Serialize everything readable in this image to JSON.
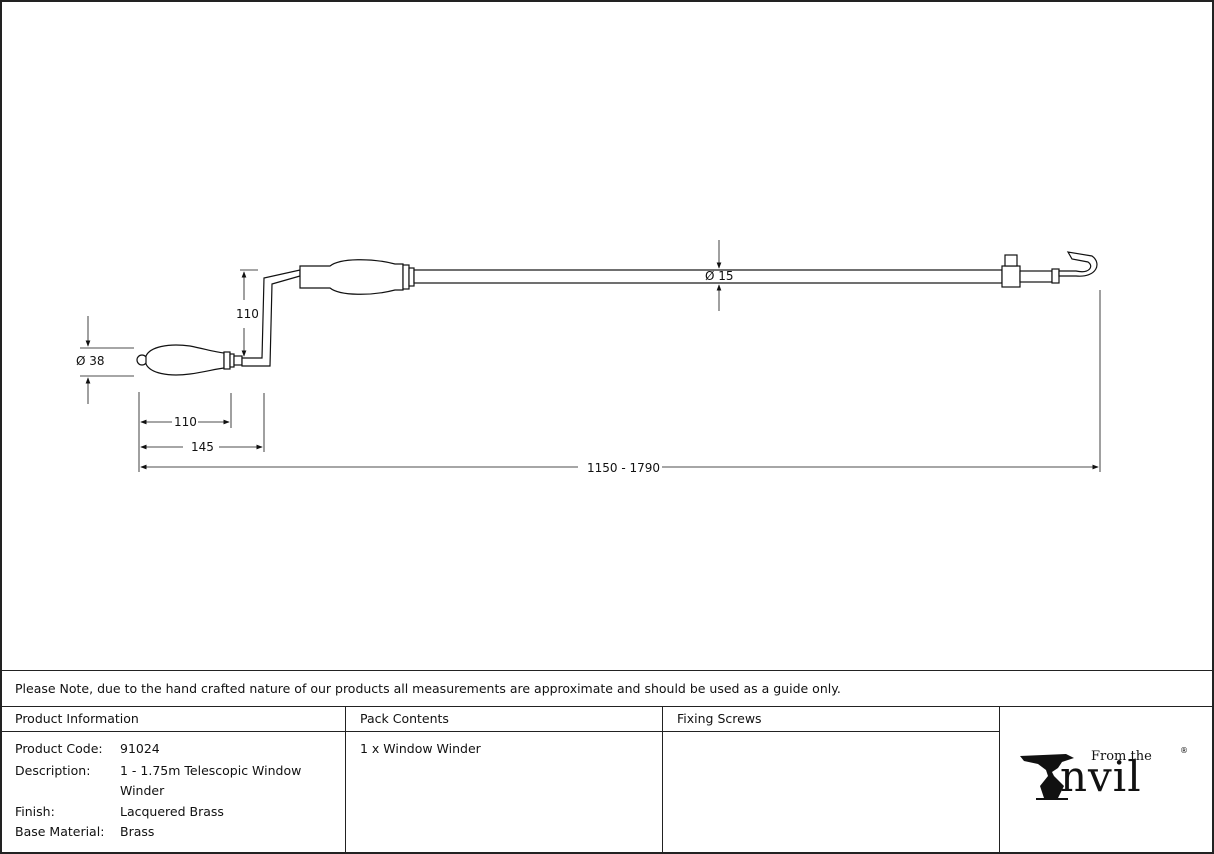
{
  "drawing": {
    "dims": {
      "grip_diameter": "Ø 38",
      "crank_offset": "110",
      "handle_length": "110",
      "crank_length": "145",
      "rod_diameter": "Ø 15",
      "overall_length": "1150 - 1790"
    }
  },
  "note": "Please Note, due to the hand crafted nature of our products all measurements are approximate and should be used as a guide only.",
  "product_info": {
    "header": "Product Information",
    "rows": [
      {
        "label": "Product Code:",
        "value": "91024"
      },
      {
        "label": "Description:",
        "value": "1 - 1.75m Telescopic Window",
        "value2": "Winder"
      },
      {
        "label": "Finish:",
        "value": "Lacquered Brass"
      },
      {
        "label": "Base Material:",
        "value": "Brass"
      }
    ]
  },
  "pack_contents": {
    "header": "Pack Contents",
    "items": [
      "1 x Window Winder"
    ]
  },
  "fixing_screws": {
    "header": "Fixing Screws"
  },
  "logo": {
    "from_the": "From the",
    "word": "nvil",
    "registered": "®"
  }
}
